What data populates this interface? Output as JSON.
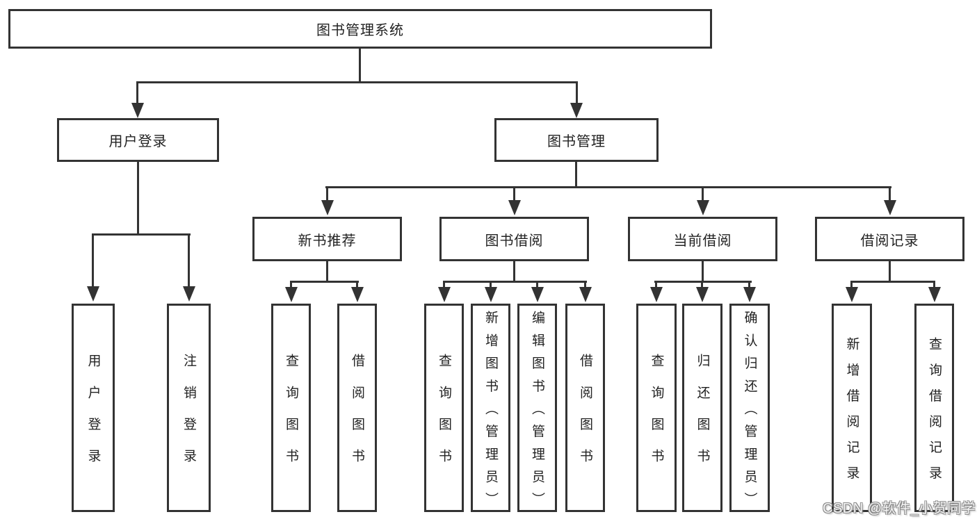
{
  "diagram": {
    "root": {
      "label": "图书管理系统"
    },
    "branches": [
      {
        "label": "用户登录",
        "children": [
          {
            "label": "用户登录"
          },
          {
            "label": "注销登录"
          }
        ]
      },
      {
        "label": "图书管理",
        "children": [
          {
            "label": "新书推荐",
            "children": [
              {
                "label": "查询图书"
              },
              {
                "label": "借阅图书"
              }
            ]
          },
          {
            "label": "图书借阅",
            "children": [
              {
                "label": "查询图书"
              },
              {
                "label": "新增图书（管理员）"
              },
              {
                "label": "编辑图书（管理员）"
              },
              {
                "label": "借阅图书"
              }
            ]
          },
          {
            "label": "当前借阅",
            "children": [
              {
                "label": "查询图书"
              },
              {
                "label": "归还图书"
              },
              {
                "label": "确认归还（管理员）"
              }
            ]
          },
          {
            "label": "借阅记录",
            "children": [
              {
                "label": "新增借阅记录"
              },
              {
                "label": "查询借阅记录"
              }
            ]
          }
        ]
      }
    ]
  },
  "watermark": {
    "text": "CSDN @软件_小贺同学"
  },
  "colors": {
    "background": "#ffffff",
    "line": "#333333",
    "box_border": "#333333",
    "box_fill": "#ffffff",
    "text": "#222222",
    "watermark_fill": "#f5f5f5",
    "watermark_outline": "#8c8c8c"
  }
}
